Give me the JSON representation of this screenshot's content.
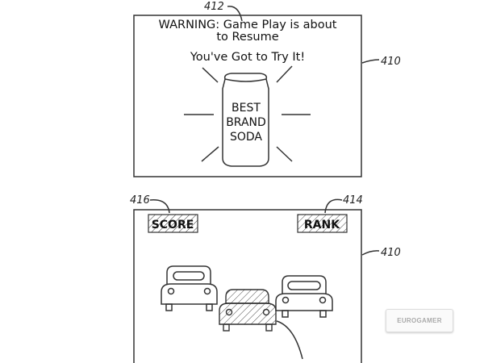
{
  "top_panel": {
    "ref_screen": "410",
    "ref_message": "412",
    "warning_line1": "WARNING: Game Play is about",
    "warning_line2": "to Resume",
    "tagline": "You've Got to Try It!",
    "can_line1": "BEST",
    "can_line2": "BRAND",
    "can_line3": "SODA"
  },
  "bottom_panel": {
    "ref_screen": "410",
    "ref_score": "416",
    "ref_rank": "414",
    "score_label": "SCORE",
    "rank_label": "RANK"
  },
  "watermark": "EUROGAMER"
}
